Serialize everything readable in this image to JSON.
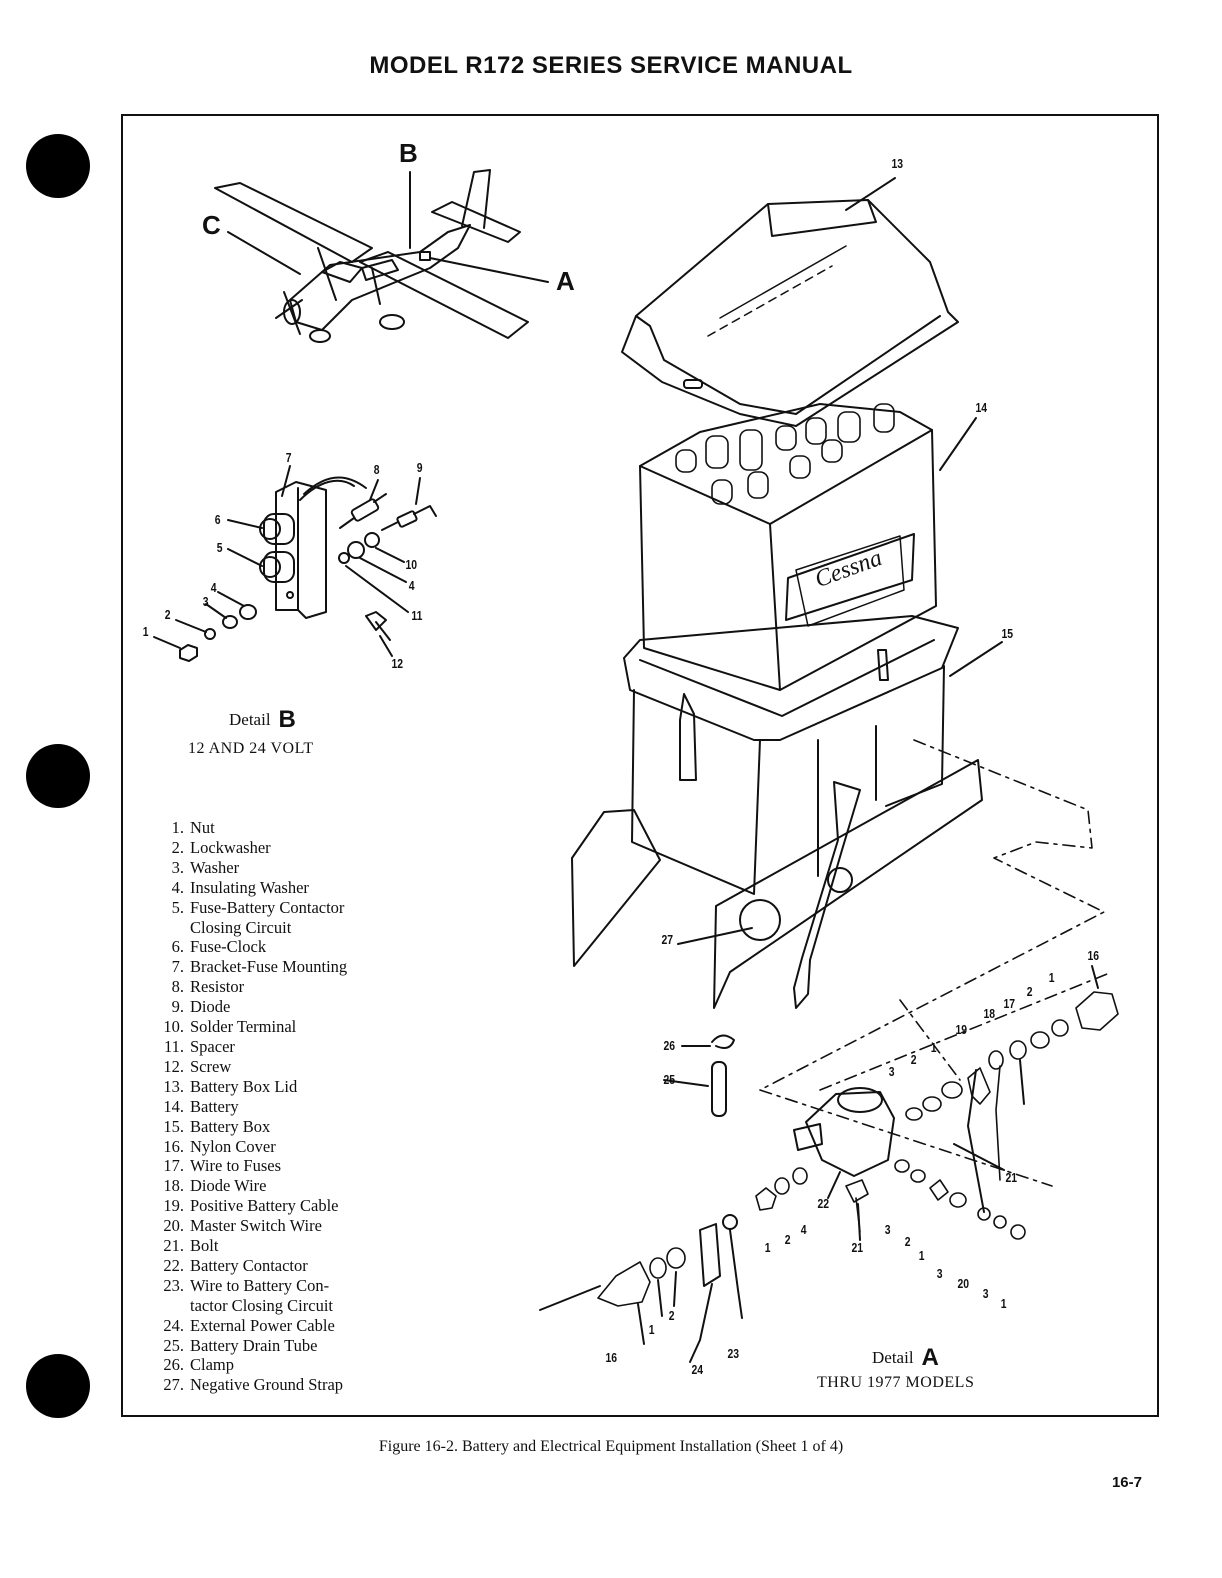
{
  "header": {
    "title": "MODEL R172 SERIES SERVICE MANUAL"
  },
  "aircraft_view": {
    "view_labels": [
      "B",
      "C",
      "A"
    ]
  },
  "detail_b": {
    "label": "Detail",
    "letter": "B",
    "subtitle": "12 AND 24 VOLT",
    "callouts": [
      "7",
      "8",
      "9",
      "6",
      "5",
      "10",
      "4",
      "4",
      "3",
      "11",
      "2",
      "1",
      "12"
    ]
  },
  "detail_a": {
    "label": "Detail",
    "letter": "A",
    "subtitle": "THRU 1977 MODELS",
    "callouts": [
      "13",
      "14",
      "15",
      "27",
      "16",
      "26",
      "25",
      "19",
      "18",
      "17",
      "2",
      "1",
      "3",
      "2",
      "1",
      "21",
      "22",
      "1",
      "2",
      "4",
      "21",
      "3",
      "2",
      "1",
      "3",
      "20",
      "3",
      "1",
      "1",
      "2",
      "16",
      "24",
      "23"
    ],
    "battery_brand": "Cessna"
  },
  "parts_list": [
    {
      "num": "1.",
      "name": "Nut"
    },
    {
      "num": "2.",
      "name": "Lockwasher"
    },
    {
      "num": "3.",
      "name": "Washer"
    },
    {
      "num": "4.",
      "name": "Insulating Washer"
    },
    {
      "num": "5.",
      "name": "Fuse-Battery Contactor"
    },
    {
      "num": "",
      "name": "Closing Circuit"
    },
    {
      "num": "6.",
      "name": "Fuse-Clock"
    },
    {
      "num": "7.",
      "name": "Bracket-Fuse Mounting"
    },
    {
      "num": "8.",
      "name": "Resistor"
    },
    {
      "num": "9.",
      "name": "Diode"
    },
    {
      "num": "10.",
      "name": "Solder Terminal"
    },
    {
      "num": "11.",
      "name": "Spacer"
    },
    {
      "num": "12.",
      "name": "Screw"
    },
    {
      "num": "13.",
      "name": "Battery Box Lid"
    },
    {
      "num": "14.",
      "name": "Battery"
    },
    {
      "num": "15.",
      "name": "Battery Box"
    },
    {
      "num": "16.",
      "name": "Nylon Cover"
    },
    {
      "num": "17.",
      "name": "Wire to Fuses"
    },
    {
      "num": "18.",
      "name": "Diode Wire"
    },
    {
      "num": "19.",
      "name": "Positive Battery Cable"
    },
    {
      "num": "20.",
      "name": "Master Switch Wire"
    },
    {
      "num": "21.",
      "name": "Bolt"
    },
    {
      "num": "22.",
      "name": "Battery Contactor"
    },
    {
      "num": "23.",
      "name": "Wire to Battery Con-"
    },
    {
      "num": "",
      "name": "tactor Closing Circuit"
    },
    {
      "num": "24.",
      "name": "External Power Cable"
    },
    {
      "num": "25.",
      "name": "Battery Drain Tube"
    },
    {
      "num": "26.",
      "name": "Clamp"
    },
    {
      "num": "27.",
      "name": "Negative Ground Strap"
    }
  ],
  "caption": "Figure 16-2.  Battery and Electrical Equipment Installation (Sheet 1 of 4)",
  "page_number": "16-7"
}
